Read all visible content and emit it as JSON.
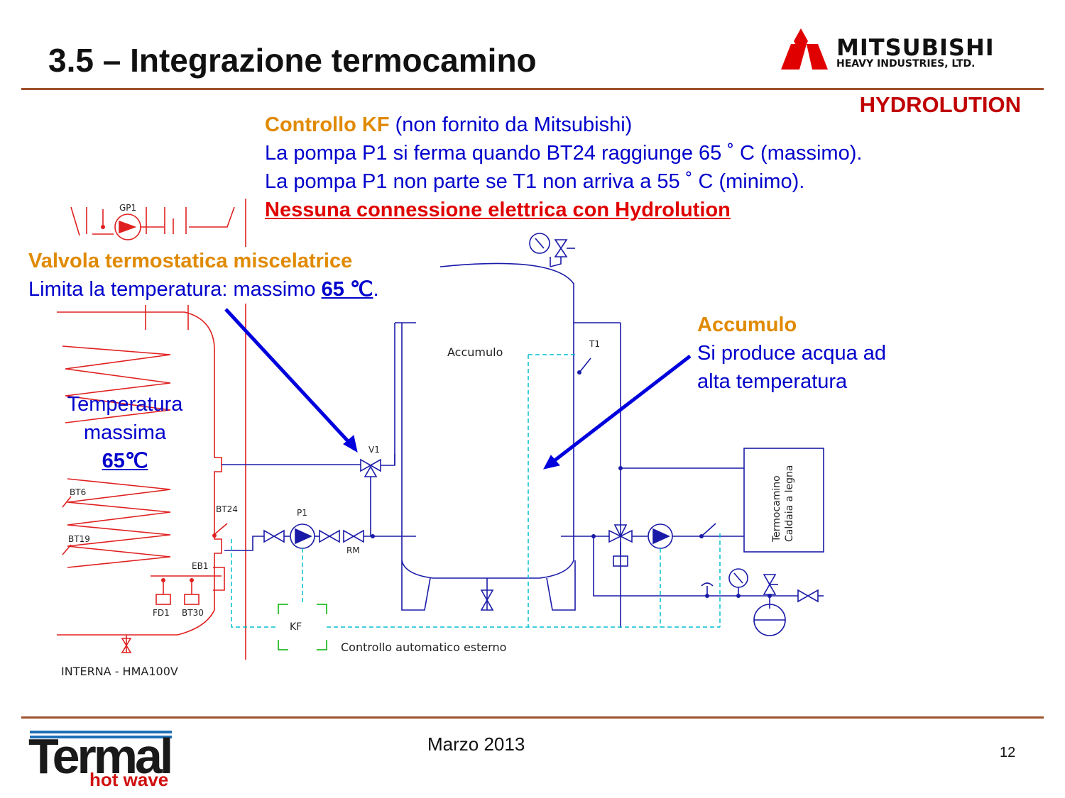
{
  "slide": {
    "title": "3.5 – Integrazione termocamino",
    "brand_line": "HYDROLUTION",
    "page_number": "12",
    "date": "Marzo 2013"
  },
  "logos": {
    "mitsubishi_name": "MITSUBISHI",
    "mitsubishi_sub": "HEAVY INDUSTRIES, LTD.",
    "termal_name": "Termal",
    "termal_sub": "hot wave"
  },
  "notes": {
    "control_heading": "Controllo KF",
    "control_heading_rest": " (non fornito da Mitsubishi)",
    "control_line1": "La pompa P1 si ferma quando BT24 raggiunge 65 ˚  C (massimo).",
    "control_line2": "La pompa P1 non parte se T1 non arriva a 55 ˚  C (minimo).",
    "control_warning": "Nessuna connessione elettrica con Hydrolution",
    "valve_heading": "Valvola termostatica miscelatrice",
    "valve_text": "Limita la temperatura: massimo  ",
    "valve_value": "65 ℃",
    "valve_period": ".",
    "accumulo_heading": "Accumulo",
    "accumulo_line1": "Si produce acqua ad",
    "accumulo_line2": "alta temperatura",
    "temp_line1": "Temperatura",
    "temp_line2": "massima",
    "temp_value": "65℃"
  },
  "diagram": {
    "labels": {
      "gp1": "GP1",
      "accumulo": "Accumulo",
      "t1": "T1",
      "v1": "V1",
      "p1": "P1",
      "rm": "RM",
      "bt6": "BT6",
      "bt19": "BT19",
      "bt24": "BT24",
      "eb1": "EB1",
      "fd1": "FD1",
      "bt30": "BT30",
      "kf": "KF",
      "auto_control": "Controllo automatico esterno",
      "internal_unit": "INTERNA - HMA100V",
      "termocamino": "Termocamino",
      "caldaia": "Caldaia a legna"
    },
    "colors": {
      "unit_red": "#e02020",
      "piping_blue": "#1a1aa8",
      "control_cyan": "#00c0d0",
      "kf_green": "#00b000",
      "arrow_blue": "#0000dd"
    }
  }
}
